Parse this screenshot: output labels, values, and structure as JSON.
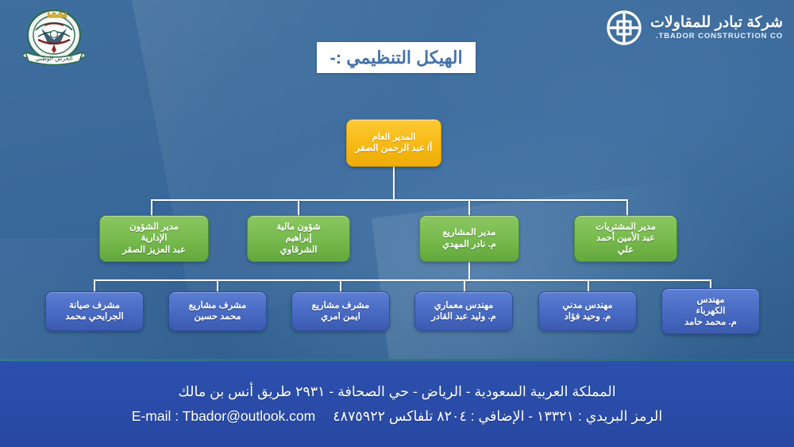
{
  "header": {
    "emblem_icon": "saudi-royal-emblem-icon",
    "company_name_ar": "شركة تبادر للمقاولات",
    "company_name_en": "TBADOR CONSTRUCTION CO.",
    "brand_logo_icon": "tbador-circular-cross-logo-icon"
  },
  "title": {
    "text": "الهيكل التنظيمي :-",
    "accent_color": "#4472a8",
    "plate_background": "#ffffff"
  },
  "chart_data": {
    "type": "diagram",
    "subtype": "org-chart",
    "title": "الهيكل التنظيمي :-",
    "levels": 3,
    "colors": {
      "level1": "#f8bc1a",
      "level2": "#79bb4f",
      "level3": "#4a6cc4",
      "connector": "#ffffff",
      "background": "#37669a",
      "footer": "#2a4ca8"
    },
    "nodes": [
      {
        "id": "n1",
        "level": 1,
        "title": "المدير العام",
        "person": "أ/ عبد الرحمن الصقر",
        "lines": [
          "المدير العام",
          "أ/ عبد الرحمن الصقر"
        ],
        "color": "#f8bc1a",
        "parent": null
      },
      {
        "id": "n2",
        "level": 2,
        "title": "مدير الشؤون الإدارية",
        "person": "عبد العزيز الصقر",
        "lines": [
          "مدير الشؤون",
          "الإدارية",
          "عبد العزيز الصقر"
        ],
        "color": "#79bb4f",
        "parent": "n1"
      },
      {
        "id": "n3",
        "level": 2,
        "title": "شؤون مالية",
        "person": "إبراهيم الشرقاوي",
        "lines": [
          "شؤون مالية",
          "إبراهيم",
          "الشرقاوي"
        ],
        "color": "#79bb4f",
        "parent": "n1"
      },
      {
        "id": "n4",
        "level": 2,
        "title": "مدير المشاريع",
        "person": "م. نادر المهدي",
        "lines": [
          "مدير المشاريع",
          "م. نادر المهدي"
        ],
        "color": "#79bb4f",
        "parent": "n1"
      },
      {
        "id": "n5",
        "level": 2,
        "title": "مدير المشتريات",
        "person": "عبد الأمين أحمد علي",
        "lines": [
          "مدير المشتريات",
          "عبد الأمين أحمد",
          "علي"
        ],
        "color": "#79bb4f",
        "parent": "n1"
      },
      {
        "id": "n6",
        "level": 3,
        "title": "مشرف صيانة",
        "person": "الجرايحي محمد",
        "lines": [
          "مشرف صيانة",
          "الجرايحي محمد"
        ],
        "color": "#4a6cc4",
        "parent": "n4"
      },
      {
        "id": "n7",
        "level": 3,
        "title": "مشرف مشاريع",
        "person": "محمد حسين",
        "lines": [
          "مشرف مشاريع",
          "محمد حسين"
        ],
        "color": "#4a6cc4",
        "parent": "n4"
      },
      {
        "id": "n8",
        "level": 3,
        "title": "مشرف مشاريع",
        "person": "ايمن امري",
        "lines": [
          "مشرف مشاريع",
          "ايمن امري"
        ],
        "color": "#4a6cc4",
        "parent": "n4"
      },
      {
        "id": "n9",
        "level": 3,
        "title": "مهندس معماري",
        "person": "م. وليد عبد القادر",
        "lines": [
          "مهندس معماري",
          "م. وليد عبد القادر"
        ],
        "color": "#4a6cc4",
        "parent": "n4"
      },
      {
        "id": "n10",
        "level": 3,
        "title": "مهندس مدني",
        "person": "م. وحيد فؤاد",
        "lines": [
          "مهندس مدني",
          "م. وحيد فؤاد"
        ],
        "color": "#4a6cc4",
        "parent": "n4"
      },
      {
        "id": "n11",
        "level": 3,
        "title": "مهندس الكهرباء",
        "person": "م. محمد حامد",
        "lines": [
          "مهندس",
          "الكهرباء",
          "م. محمد حامد"
        ],
        "color": "#4a6cc4",
        "parent": "n4"
      }
    ]
  },
  "footer": {
    "address": "المملكة العربية السعودية - الرياض - حي الصحافة - ٢٩٣١ طريق أنس بن مالك",
    "email_label": "E-mail : Tbador@outlook.com",
    "contact": "الرمز البريدي : ١٣٣٢١ - الإضافي : ٨٢٠٤ تلفاكس ٤٨٧٥٩٢٢"
  }
}
